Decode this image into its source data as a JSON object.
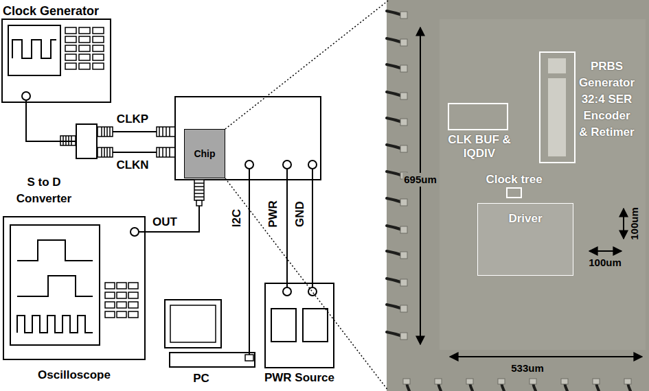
{
  "diagram": {
    "nodes": [
      {
        "text": [
          "Clock Generator"
        ]
      },
      {
        "text": [
          "S to D Converter"
        ]
      },
      {
        "text": [
          "Chip"
        ]
      },
      {
        "text": [
          "Oscilloscope"
        ]
      },
      {
        "text": [
          "PC"
        ]
      },
      {
        "text": [
          "PWR Source"
        ]
      },
      {
        "text": [
          "CLK BUF & IQDIV"
        ]
      },
      {
        "text": [
          "PRBS Generator 32:4 SER Encoder & Retimer"
        ]
      },
      {
        "text": [
          "Clock tree"
        ]
      },
      {
        "text": [
          "Driver"
        ]
      }
    ],
    "edges": [
      {
        "from": 0,
        "to": 1,
        "arrow": "none"
      }
    ],
    "labels": [
      "CLKP",
      "CLKN",
      "OUT",
      "I2C",
      "PWR",
      "GND",
      "695um",
      "100um",
      "100um",
      "533um"
    ]
  }
}
